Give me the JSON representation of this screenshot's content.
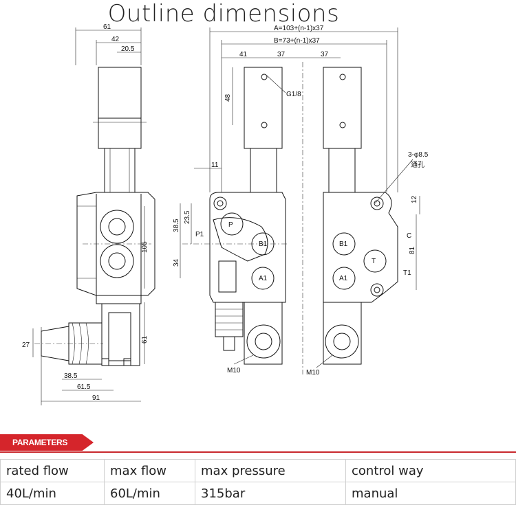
{
  "page": {
    "title": "Outline dimensions"
  },
  "drawing": {
    "side_view": {
      "dims": [
        "61",
        "42",
        "20.5",
        "105",
        "27",
        "61",
        "38.5",
        "61.5",
        "91"
      ]
    },
    "front_view": {
      "dims": [
        "A=103+(n-1)x37",
        "B=73+(n-1)x37",
        "41",
        "37",
        "37",
        "48",
        "G1/8",
        "11",
        "3-φ8.5",
        "通孔",
        "23.5",
        "38.5",
        "34",
        "12",
        "81",
        "M10",
        "M10"
      ],
      "port_labels": [
        "P",
        "P1",
        "B1",
        "A1",
        "B1",
        "A1",
        "T",
        "T1",
        "C"
      ]
    }
  },
  "parameters": {
    "heading": "PARAMETERS",
    "header_row": [
      "rated flow",
      "max flow",
      "max pressure",
      "control way"
    ],
    "value_row": [
      "40L/min",
      "60L/min",
      "315bar",
      "manual"
    ]
  },
  "colors": {
    "accent": "#d5252b",
    "line": "#111111"
  }
}
